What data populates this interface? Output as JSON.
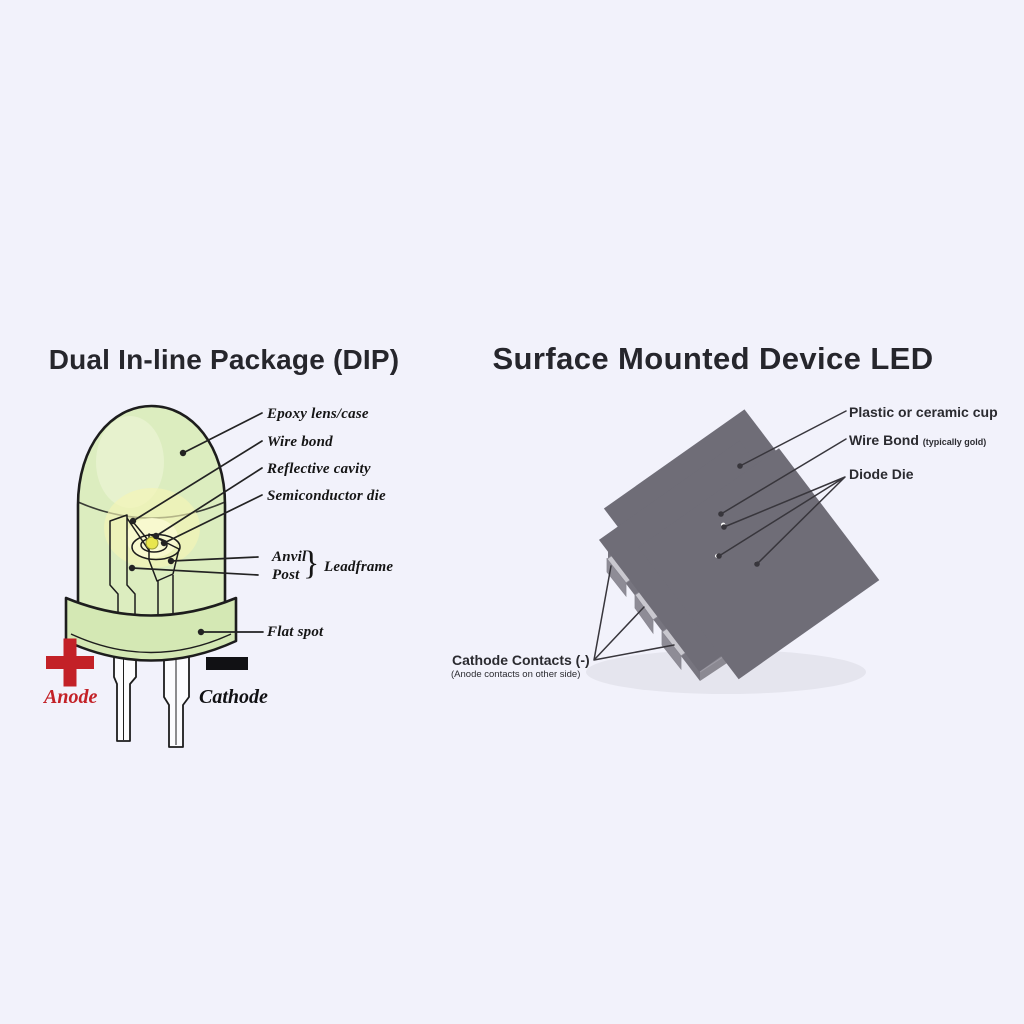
{
  "background": "#f2f2fb",
  "dip": {
    "title": "Dual In-line Package (DIP)",
    "part_labels": {
      "epoxy_lens": "Epoxy lens/case",
      "wire_bond": "Wire bond",
      "reflective_cavity": "Reflective cavity",
      "semiconductor_die": "Semiconductor die",
      "anvil": "Anvil",
      "post": "Post",
      "brace": "}",
      "leadframe": "Leadframe",
      "flat_spot": "Flat spot"
    },
    "polarity": {
      "anode_label": "Anode",
      "cathode_label": "Cathode"
    },
    "colors": {
      "body_green": "#dcedbf",
      "flange_green": "#d4e8b4",
      "die_yellow": "#e9e64e",
      "anode_red": "#c32127",
      "outline": "#1d1d1d"
    }
  },
  "smd": {
    "title": "Surface Mounted Device LED",
    "part_labels": {
      "cup": "Plastic or ceramic cup",
      "wire_bond": "Wire Bond",
      "wire_bond_note": "(typically gold)",
      "diode_die": "Diode Die",
      "cathode_contacts": "Cathode Contacts (-)",
      "cathode_contacts_note": "(Anode contacts on other side)"
    },
    "colors": {
      "body_gray": "#a9a7b1",
      "side_gray": "#8b8992",
      "dark_side_gray": "#77757f",
      "cup_light": "#dedde3",
      "leader_line": "#2c2c30"
    }
  }
}
